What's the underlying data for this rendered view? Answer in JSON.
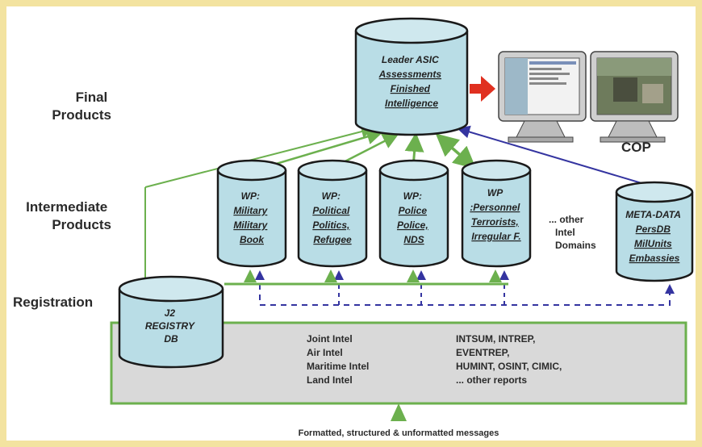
{
  "row_labels": {
    "final": [
      "Final",
      "Products"
    ],
    "intermediate": [
      "Intermediate",
      "Products"
    ],
    "registration": "Registration"
  },
  "top_db": [
    "Leader ASIC",
    "Assessments",
    "Finished",
    "Intelligence"
  ],
  "cop_label": "COP",
  "wp_dbs": [
    {
      "lines": [
        "WP:",
        "Military",
        "Military",
        "Book"
      ]
    },
    {
      "lines": [
        "WP:",
        "Political",
        "Politics,",
        "Refugee"
      ]
    },
    {
      "lines": [
        "WP:",
        "Police",
        "Police,",
        "NDS"
      ]
    },
    {
      "lines": [
        "WP",
        ":Personnel",
        "Terrorists,",
        "Irregular F."
      ]
    }
  ],
  "other_domains": [
    "... other",
    "Intel",
    "Domains"
  ],
  "meta_db": [
    "META-DATA",
    "PersDB",
    "MilUnits",
    "Embassies"
  ],
  "registry_db": [
    "J2",
    "REGISTRY",
    "DB"
  ],
  "sources_left": [
    "Joint Intel",
    "Air Intel",
    "Maritime Intel",
    "Land Intel"
  ],
  "sources_right": [
    "INTSUM, INTREP,",
    "EVENTREP,",
    "HUMINT, OSINT, CIMIC,",
    "... other reports"
  ],
  "bottom_caption": "Formatted, structured & unformatted messages",
  "colors": {
    "cyl_fill": "#b9dde6",
    "cyl_dark": "#8fc3cf",
    "green": "#6cb04e",
    "blue": "#3434a0",
    "red": "#e03020",
    "panel": "#d9d9d9"
  }
}
